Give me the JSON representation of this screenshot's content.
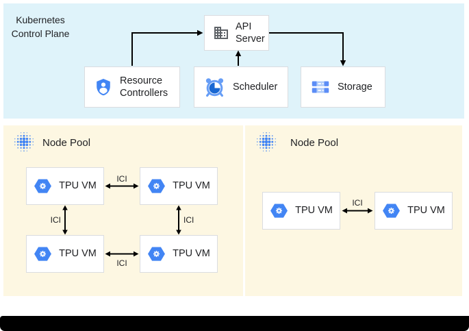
{
  "control_plane": {
    "title": "Kubernetes Control Plane",
    "nodes": {
      "api_server": {
        "label": "API Server",
        "icon": "building-icon"
      },
      "resource_controllers": {
        "label": "Resource Controllers",
        "icon": "shield-user-icon"
      },
      "scheduler": {
        "label": "Scheduler",
        "icon": "alarm-clock-icon"
      },
      "storage": {
        "label": "Storage",
        "icon": "storage-stack-icon"
      }
    }
  },
  "node_pools": [
    {
      "title": "Node Pool",
      "icon": "dot-matrix-icon",
      "vms": [
        {
          "label": "TPU VM",
          "icon": "tpu-hexagon-icon"
        },
        {
          "label": "TPU VM",
          "icon": "tpu-hexagon-icon"
        },
        {
          "label": "TPU VM",
          "icon": "tpu-hexagon-icon"
        },
        {
          "label": "TPU VM",
          "icon": "tpu-hexagon-icon"
        }
      ],
      "ici_labels": [
        {
          "label": "ICI"
        },
        {
          "label": "ICI"
        },
        {
          "label": "ICI"
        },
        {
          "label": "ICI"
        }
      ]
    },
    {
      "title": "Node Pool",
      "icon": "dot-matrix-icon",
      "vms": [
        {
          "label": "TPU VM",
          "icon": "tpu-hexagon-icon"
        },
        {
          "label": "TPU VM",
          "icon": "tpu-hexagon-icon"
        }
      ],
      "ici_labels": [
        {
          "label": "ICI"
        }
      ]
    }
  ],
  "colors": {
    "control_plane_bg": "#DFF3FA",
    "node_pool_bg": "#FDF7E2",
    "card_border": "#DADCE0",
    "icon_blue": "#4285F4",
    "icon_blue_light": "#AECBFA",
    "icon_blue_medium": "#669DF6",
    "icon_blue_dark": "#1967D2",
    "icon_gray": "#5F6368",
    "arrow": "#000000",
    "text": "#202124"
  }
}
